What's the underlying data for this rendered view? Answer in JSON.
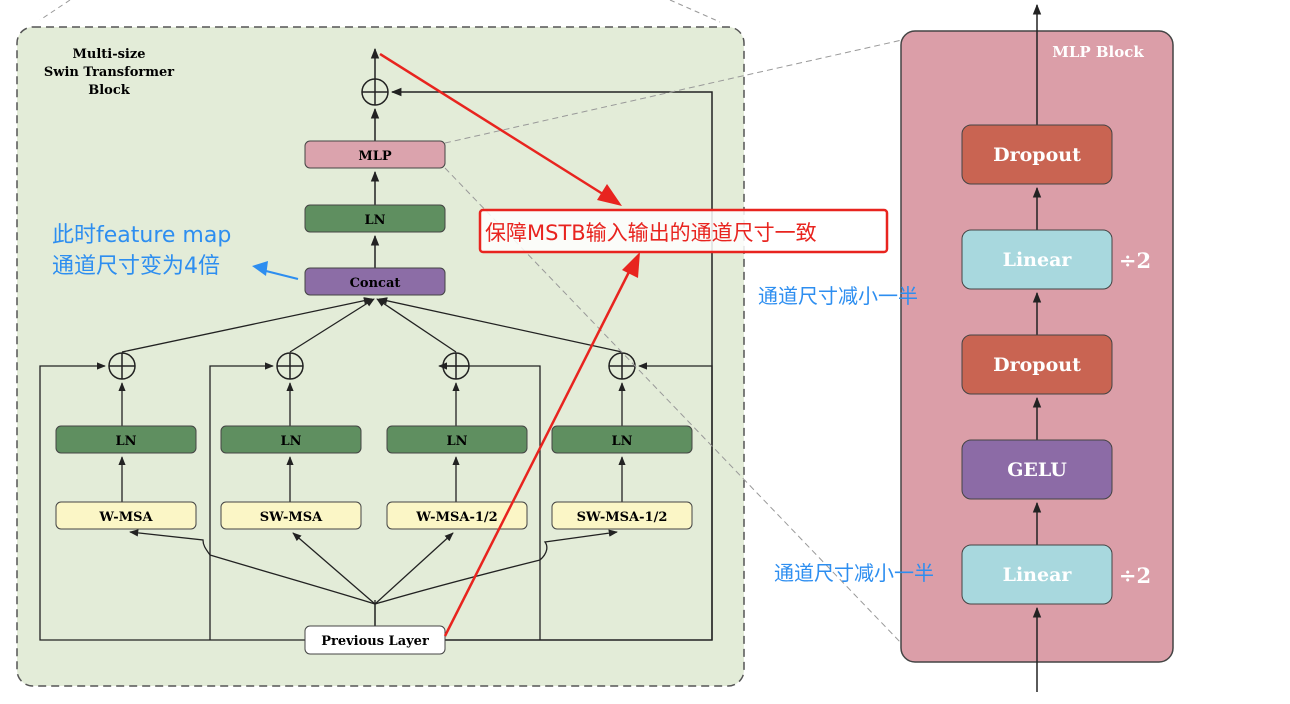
{
  "left_panel": {
    "title_lines": [
      "Multi-size",
      "Swin Transformer",
      "Block"
    ],
    "colors": {
      "panel_bg": "#e3ecd8",
      "ln": "#5f8f60",
      "msa": "#fbf6c6",
      "concat": "#8c6da6",
      "mlp": "#dba3ad"
    },
    "top": {
      "mlp": "MLP",
      "ln": "LN",
      "concat": "Concat"
    },
    "branches": [
      {
        "ln": "LN",
        "attn": "W-MSA"
      },
      {
        "ln": "LN",
        "attn": "SW-MSA"
      },
      {
        "ln": "LN",
        "attn": "W-MSA-1/2"
      },
      {
        "ln": "LN",
        "attn": "SW-MSA-1/2"
      }
    ],
    "input": "Previous Layer"
  },
  "annotations": {
    "feature_map_line1": "此时feature map",
    "feature_map_line2": "通道尺寸变为4倍",
    "mstb_note": "保障MSTB输入输出的通道尺寸一致",
    "half_upper": "通道尺寸减小一半",
    "half_lower": "通道尺寸减小一半",
    "colors": {
      "blue": "#2d8ef0",
      "red": "#e8241f"
    }
  },
  "mlp_block": {
    "title": "MLP Block",
    "colors": {
      "panel_bg": "#db9ea8",
      "dropout": "#c96452",
      "linear": "#a8d8de",
      "gelu": "#8c6ba6"
    },
    "layers": [
      {
        "label": "Dropout"
      },
      {
        "label": "Linear",
        "note": "÷2"
      },
      {
        "label": "Dropout"
      },
      {
        "label": "GELU"
      },
      {
        "label": "Linear",
        "note": "÷2"
      }
    ]
  }
}
